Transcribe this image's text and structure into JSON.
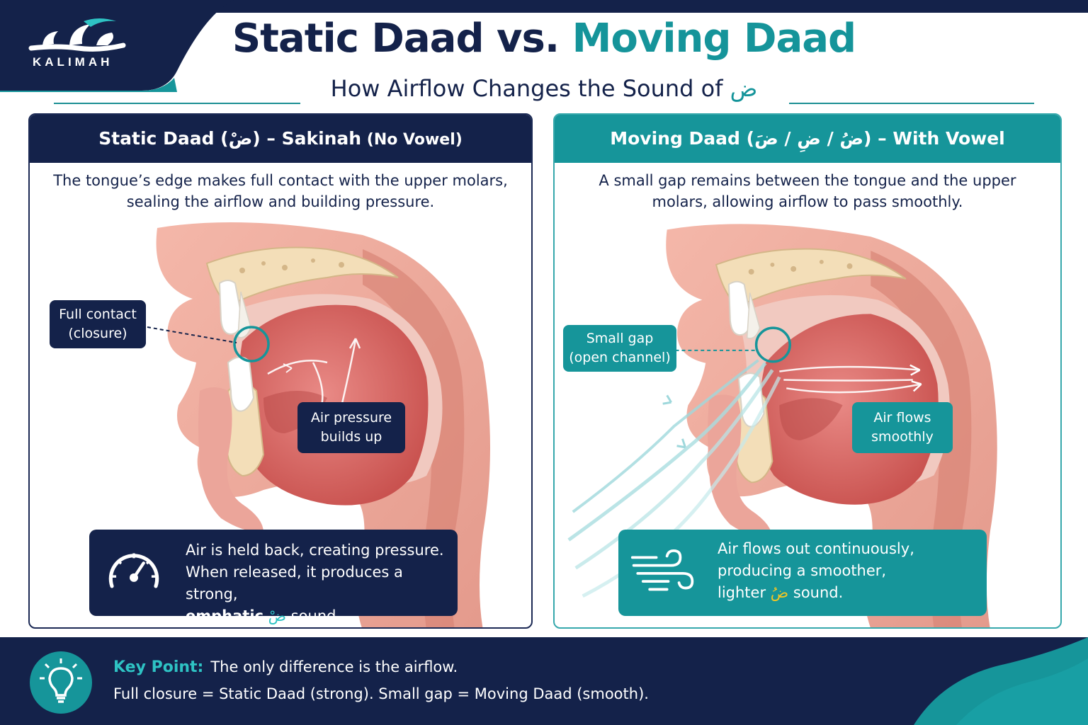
{
  "logo": {
    "text": "KALIMAH"
  },
  "title": {
    "part1": "Static Daad vs. ",
    "part2": "Moving Daad"
  },
  "subtitle": {
    "text": "How Airflow Changes the Sound of ",
    "arabic": "ض"
  },
  "left_panel": {
    "heading_main": "Static Daad (ضْ) – Sakinah",
    "heading_small": " (No Vowel)",
    "description": "The tongue’s edge makes full contact with the upper molars, sealing the airflow and building pressure.",
    "callout_contact_line1": "Full contact",
    "callout_contact_line2": "(closure)",
    "callout_pressure_line1": "Air pressure",
    "callout_pressure_line2": "builds up",
    "bottom_line1": "Air is held back, creating pressure.",
    "bottom_line2": "When released, it produces a strong,",
    "bottom_bold": "emphatic",
    "bottom_arabic": "ضْ",
    "bottom_end": "sound."
  },
  "right_panel": {
    "heading_main": "Moving Daad (ضُ / ضِ / ضَ) – With Vowel",
    "description": "A small gap remains between the tongue and the upper molars, allowing airflow to pass smoothly.",
    "callout_gap_line1": "Small gap",
    "callout_gap_line2": "(open channel)",
    "callout_flow_line1": "Air flows",
    "callout_flow_line2": "smoothly",
    "bottom_line1": "Air flows out continuously,",
    "bottom_line2": "producing a smoother,",
    "bottom_start": "lighter",
    "bottom_arabic": "ضُ",
    "bottom_end": "sound."
  },
  "footer": {
    "key_label": "Key Point:",
    "line1": "The only difference is the airflow.",
    "line2": "Full closure = Static Daad (strong).  Small gap = Moving Daad (smooth)."
  },
  "icons": [
    "kalimah-logo-icon",
    "pressure-gauge-icon",
    "wind-icon",
    "lightbulb-icon"
  ],
  "colors": {
    "navy": "#14224a",
    "teal": "#16959a",
    "highlight_teal": "#2ec3c4",
    "highlight_yellow": "#f3c623"
  }
}
